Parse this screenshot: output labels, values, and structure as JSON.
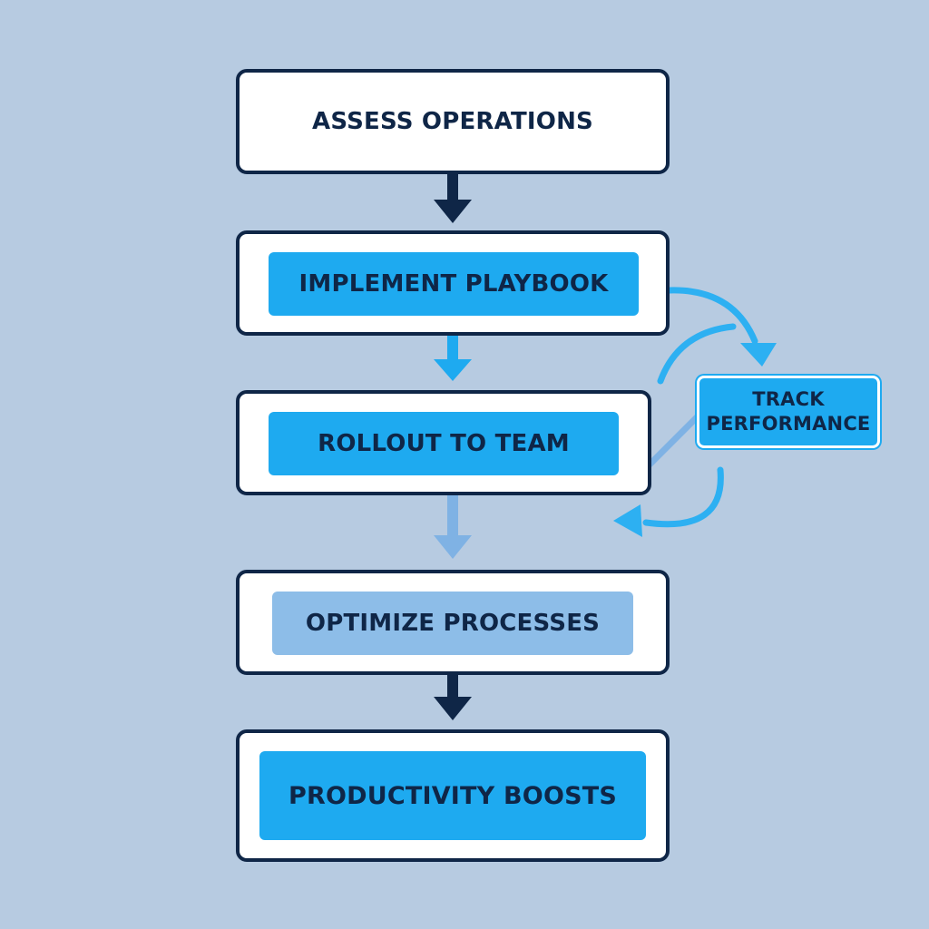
{
  "diagram": {
    "steps": [
      {
        "label": "ASSESS OPERATIONS"
      },
      {
        "label": "IMPLEMENT PLAYBOOK"
      },
      {
        "label": "ROLLOUT TO TEAM"
      },
      {
        "label": "OPTIMIZE PROCESSES"
      },
      {
        "label": "PRODUCTIVITY BOOSTS"
      }
    ],
    "side_step": {
      "line1": "TRACK",
      "line2": "PERFORMANCE"
    }
  },
  "colors": {
    "background": "#b7cbe1",
    "navy": "#0f2647",
    "bright_blue": "#1eaaf0",
    "light_blue": "#8dbde8",
    "white": "#ffffff"
  }
}
